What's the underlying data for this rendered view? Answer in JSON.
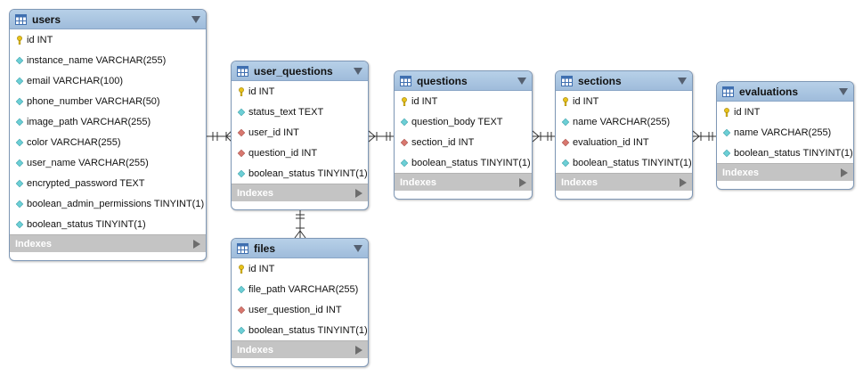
{
  "icons": {
    "table": "table-icon",
    "primary_key": "key-icon",
    "column": "column-diamond-icon",
    "foreign_key": "foreign-key-diamond-icon",
    "collapse": "collapse-triangle-icon",
    "expand": "expand-triangle-icon"
  },
  "colors": {
    "header": "#a9c5e1",
    "border": "#7f98b6",
    "footer": "#c4c4c4",
    "key": "#e8c21a",
    "column": "#6dcfd6",
    "foreign_key": "#d9786f",
    "line": "#333333"
  },
  "tables": {
    "users": {
      "name": "users",
      "indexes_label": "Indexes",
      "columns": [
        {
          "text": "id INT",
          "kind": "pk"
        },
        {
          "text": "instance_name VARCHAR(255)",
          "kind": "col"
        },
        {
          "text": "email VARCHAR(100)",
          "kind": "col"
        },
        {
          "text": "phone_number VARCHAR(50)",
          "kind": "col"
        },
        {
          "text": "image_path VARCHAR(255)",
          "kind": "col"
        },
        {
          "text": "color VARCHAR(255)",
          "kind": "col"
        },
        {
          "text": "user_name VARCHAR(255)",
          "kind": "col"
        },
        {
          "text": "encrypted_password TEXT",
          "kind": "col"
        },
        {
          "text": "boolean_admin_permissions TINYINT(1)",
          "kind": "col"
        },
        {
          "text": "boolean_status TINYINT(1)",
          "kind": "col"
        }
      ]
    },
    "user_questions": {
      "name": "user_questions",
      "indexes_label": "Indexes",
      "columns": [
        {
          "text": "id INT",
          "kind": "pk"
        },
        {
          "text": "status_text TEXT",
          "kind": "col"
        },
        {
          "text": "user_id INT",
          "kind": "fk"
        },
        {
          "text": "question_id INT",
          "kind": "fk"
        },
        {
          "text": "boolean_status TINYINT(1)",
          "kind": "col"
        }
      ]
    },
    "files": {
      "name": "files",
      "indexes_label": "Indexes",
      "columns": [
        {
          "text": "id INT",
          "kind": "pk"
        },
        {
          "text": "file_path VARCHAR(255)",
          "kind": "col"
        },
        {
          "text": "user_question_id INT",
          "kind": "fk"
        },
        {
          "text": "boolean_status TINYINT(1)",
          "kind": "col"
        }
      ]
    },
    "questions": {
      "name": "questions",
      "indexes_label": "Indexes",
      "columns": [
        {
          "text": "id INT",
          "kind": "pk"
        },
        {
          "text": "question_body TEXT",
          "kind": "col"
        },
        {
          "text": "section_id INT",
          "kind": "fk"
        },
        {
          "text": "boolean_status TINYINT(1)",
          "kind": "col"
        }
      ]
    },
    "sections": {
      "name": "sections",
      "indexes_label": "Indexes",
      "columns": [
        {
          "text": "id INT",
          "kind": "pk"
        },
        {
          "text": "name VARCHAR(255)",
          "kind": "col"
        },
        {
          "text": "evaluation_id INT",
          "kind": "fk"
        },
        {
          "text": "boolean_status TINYINT(1)",
          "kind": "col"
        }
      ]
    },
    "evaluations": {
      "name": "evaluations",
      "indexes_label": "Indexes",
      "columns": [
        {
          "text": "id INT",
          "kind": "pk"
        },
        {
          "text": "name VARCHAR(255)",
          "kind": "col"
        },
        {
          "text": "boolean_status TINYINT(1)",
          "kind": "col"
        }
      ]
    }
  },
  "relationships": [
    {
      "parent": "users",
      "child": "user_questions",
      "cardinality": "one-to-many"
    },
    {
      "parent": "questions",
      "child": "user_questions",
      "cardinality": "one-to-many"
    },
    {
      "parent": "sections",
      "child": "questions",
      "cardinality": "one-to-many"
    },
    {
      "parent": "evaluations",
      "child": "sections",
      "cardinality": "one-to-many"
    },
    {
      "parent": "user_questions",
      "child": "files",
      "cardinality": "one-to-many"
    }
  ]
}
